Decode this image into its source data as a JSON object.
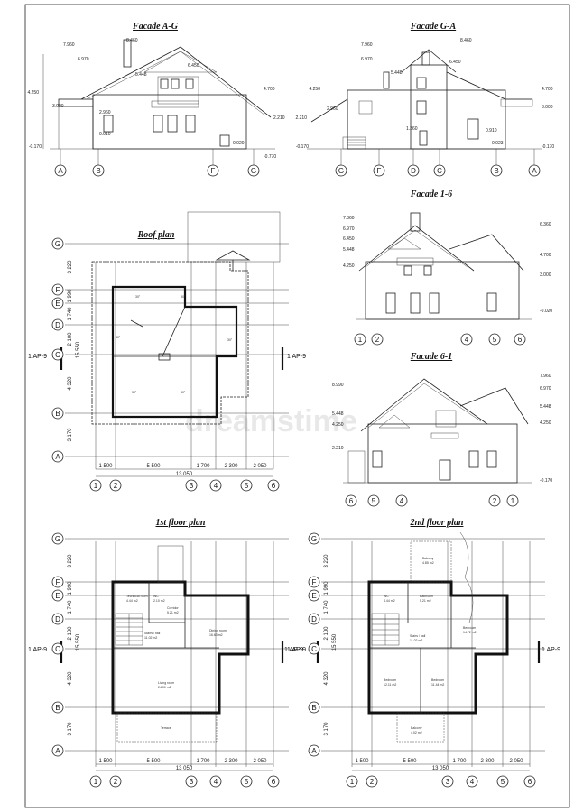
{
  "titles": {
    "facade_ag": "Facade A-G",
    "facade_ga": "Facade G-A",
    "facade_16": "Facade 1-6",
    "facade_61": "Facade 6-1",
    "roof_plan": "Roof plan",
    "floor1": "1st floor plan",
    "floor2": "2nd floor plan"
  },
  "watermark": "dreamstime",
  "section_mark": "1 AP-9",
  "facade_ag_axes": [
    "A",
    "B",
    "F",
    "G"
  ],
  "facade_ga_axes": [
    "G",
    "F",
    "D",
    "C",
    "B",
    "A"
  ],
  "facade_16_axes": [
    "1",
    "2",
    "4",
    "5",
    "6"
  ],
  "facade_61_axes": [
    "6",
    "5",
    "4",
    "2",
    "1"
  ],
  "plan_rows": [
    "G",
    "F",
    "E",
    "D",
    "C",
    "B",
    "A"
  ],
  "plan_cols": [
    "1",
    "2",
    "3",
    "4",
    "5",
    "6"
  ],
  "row_dims": [
    "3 220",
    "1 990",
    "1 740",
    "2 100",
    "4 320",
    "3 170"
  ],
  "total_height": "15 550",
  "col_dims": [
    "1 500",
    "5 500",
    "1 700",
    "2 300",
    "2 050"
  ],
  "total_width": "13 050",
  "elevation_marks": {
    "ag_left": [
      "4.250",
      "3.000",
      "-0.170"
    ],
    "ag_top": [
      "7.960",
      "8.460",
      "6.970",
      "6.450",
      "5.448"
    ],
    "ag_right": [
      "4.700",
      "2.210",
      "-0.770"
    ],
    "ag_mid": [
      "2.960",
      "0.910",
      "0.020"
    ],
    "ga_left": [
      "4.250",
      "2.960",
      "2.210",
      "-0.170"
    ],
    "ga_top": [
      "7.960",
      "8.460",
      "6.970",
      "6.450",
      "5.448"
    ],
    "ga_right": [
      "4.700",
      "3.000",
      "-0.170"
    ],
    "ga_mid": [
      "1.360",
      "0.910",
      "0.023"
    ],
    "f16_left": [
      "7.860",
      "6.970",
      "6.450",
      "5.448",
      "4.250"
    ],
    "f16_right": [
      "6.360",
      "4.700",
      "3.000",
      "-0.020"
    ],
    "f61_left": [
      "8.990",
      "5.448",
      "4.250",
      "2.210"
    ],
    "f61_right": [
      "7.960",
      "6.970",
      "5.448",
      "4.250",
      "-0.170"
    ]
  },
  "floor1_rooms": [
    {
      "name": "Technical room",
      "area": "4.44 m2"
    },
    {
      "name": "WC",
      "area": "2.10 m2"
    },
    {
      "name": "Corridor",
      "area": "5.21 m2"
    },
    {
      "name": "Dining room",
      "area": "16.63 m2"
    },
    {
      "name": "Stairs / hall",
      "area": "11.02 m2"
    },
    {
      "name": "Living room",
      "area": "24.00 m2"
    },
    {
      "name": "Terrace",
      "area": ""
    }
  ],
  "floor2_rooms": [
    {
      "name": "Balcony",
      "area": "4.85 m2"
    },
    {
      "name": "WC",
      "area": "4.44 m2"
    },
    {
      "name": "Bathroom",
      "area": "5.21 m2"
    },
    {
      "name": "Bedroom",
      "area": "14.72 m2"
    },
    {
      "name": "Stairs / hall",
      "area": "11.02 m2"
    },
    {
      "name": "Bedroom",
      "area": "12.11 m2"
    },
    {
      "name": "Bedroom",
      "area": "11.44 m2"
    },
    {
      "name": "Balcony",
      "area": "4.02 m2"
    }
  ],
  "roof_slopes": [
    "30°",
    "30°",
    "30°",
    "30°",
    "30°",
    "30°"
  ]
}
